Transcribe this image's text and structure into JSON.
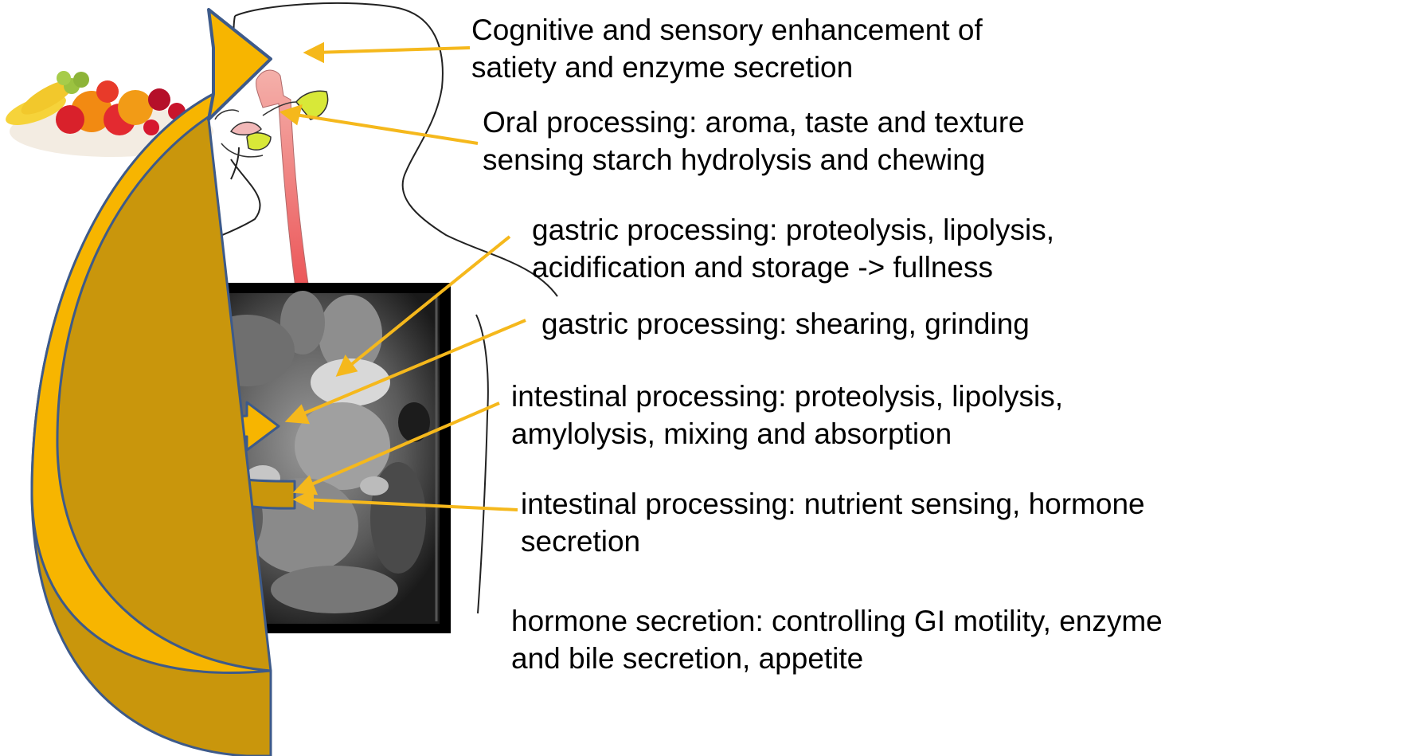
{
  "colors": {
    "arrow_fill_light": "#F7B500",
    "arrow_fill_dark": "#C9960C",
    "arrow_outline": "#3D5A8A",
    "pointer_line": "#F5B81C",
    "tract_top": "#F4A6A0",
    "tract_bottom": "#E8353A",
    "gland": "#D8E838",
    "body_outline": "#222222",
    "mri_frame": "#000000"
  },
  "icons": {
    "food": "fruit-bowl-icon",
    "scan": "abdominal-mri-image"
  },
  "labels": {
    "cognitive": {
      "line1": "Cognitive and sensory enhancement of",
      "line2": "satiety and enzyme secretion"
    },
    "oral": {
      "line1": "Oral processing:   aroma, taste and texture",
      "line2": "sensing starch hydrolysis and chewing"
    },
    "gastric_chem": {
      "line1": "gastric processing: proteolysis, lipolysis,",
      "line2": "acidification and storage -> fullness"
    },
    "gastric_mech": {
      "line1": "gastric processing: shearing, grinding"
    },
    "intestinal_chem": {
      "line1": "intestinal processing: proteolysis, lipolysis,",
      "line2": "amylolysis, mixing and absorption"
    },
    "intestinal_sense": {
      "line1": "intestinal processing: nutrient sensing, hormone",
      "line2": "secretion"
    },
    "hormone": {
      "line1": "hormone secretion: controlling GI motility, enzyme",
      "line2": "and bile secretion, appetite"
    }
  }
}
